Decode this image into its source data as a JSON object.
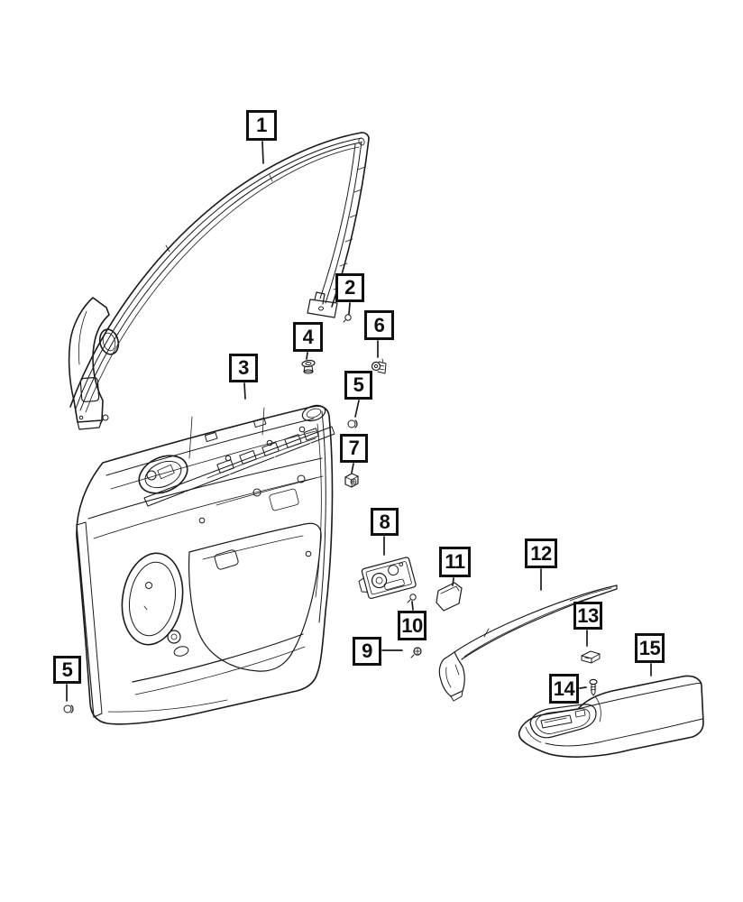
{
  "diagram": {
    "background": "#ffffff",
    "ink": "#1a1a1a",
    "callouts": [
      {
        "label": "1",
        "part": "glass-run-weatherstrip"
      },
      {
        "label": "2",
        "part": "screw"
      },
      {
        "label": "3",
        "part": "front-door-trim-panel"
      },
      {
        "label": "4",
        "part": "push-pin-retainer"
      },
      {
        "label": "5",
        "part": "retainer-clip-upper"
      },
      {
        "label": "6",
        "part": "retainer-clip"
      },
      {
        "label": "7",
        "part": "snap-nut"
      },
      {
        "label": "5",
        "part": "retainer-clip-lower"
      },
      {
        "label": "8",
        "part": "inside-handle-bracket"
      },
      {
        "label": "9",
        "part": "screw"
      },
      {
        "label": "10",
        "part": "screw"
      },
      {
        "label": "11",
        "part": "trim-cap"
      },
      {
        "label": "12",
        "part": "pull-handle-trim"
      },
      {
        "label": "13",
        "part": "retainer-clip"
      },
      {
        "label": "14",
        "part": "screw"
      },
      {
        "label": "15",
        "part": "armrest-pad"
      }
    ]
  }
}
